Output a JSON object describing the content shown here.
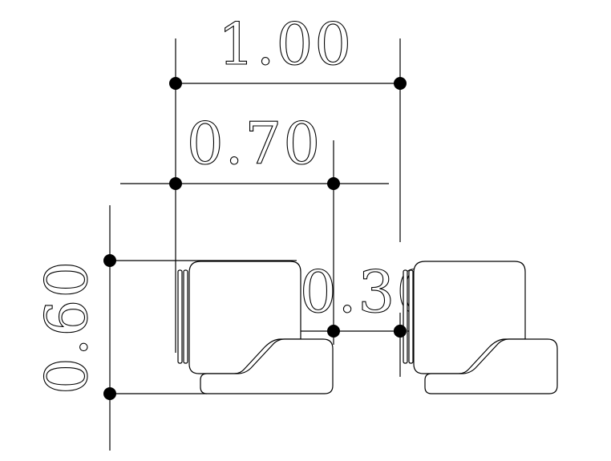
{
  "dimensions": {
    "overall_width": "1.00",
    "seat_width": "0.70",
    "gap_width": "0.30",
    "seat_depth": "0.60"
  },
  "colors": {
    "line": "#000000",
    "background": "#ffffff"
  }
}
